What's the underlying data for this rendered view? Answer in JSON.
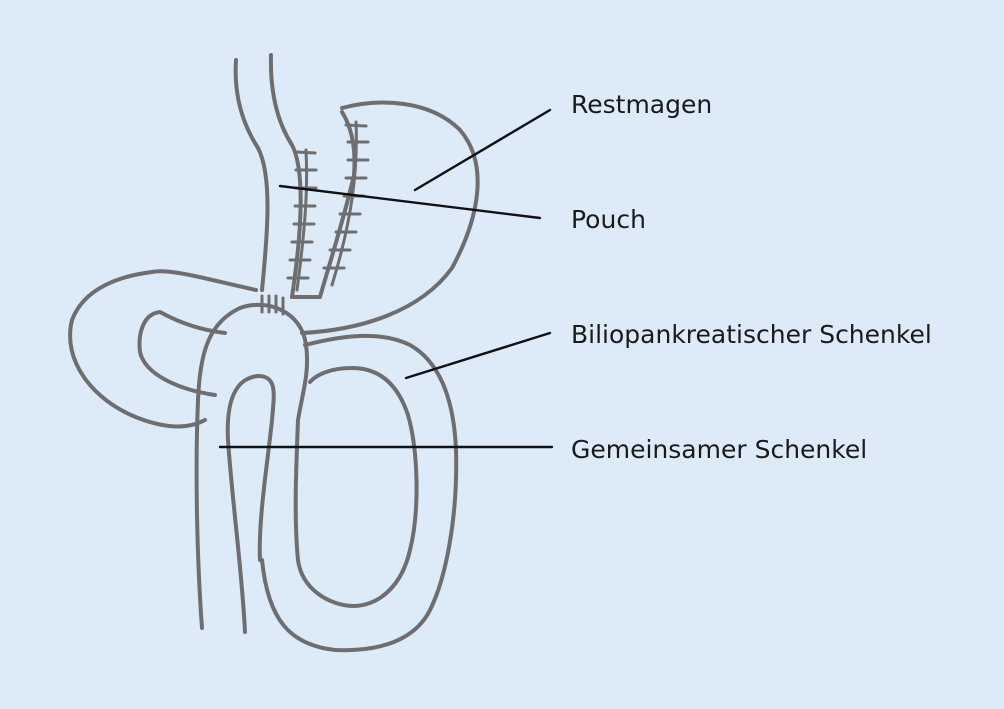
{
  "labels": {
    "restmagen": "Restmagen",
    "pouch": "Pouch",
    "biliopankreatischer_schenkel": "Biliopankreatischer Schenkel",
    "gemeinsamer_schenkel": "Gemeinsamer Schenkel"
  },
  "colors": {
    "background": "#ddeaf8",
    "outline": "#6e6e70",
    "leader_line": "#111111",
    "text": "#1a1a1a"
  }
}
